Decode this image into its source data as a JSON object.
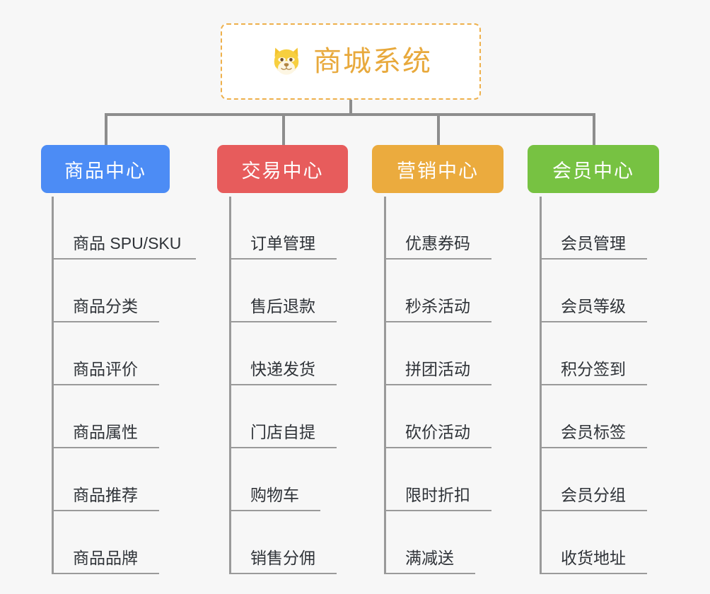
{
  "background_color": "#f7f7f7",
  "root": {
    "title": "商城系统",
    "icon": "dog-face-icon",
    "text_color": "#e8a93c",
    "border_color": "#eeb04b",
    "background": "#ffffff"
  },
  "connector_color": "#8d8d8d",
  "branches": [
    {
      "label": "商品中心",
      "color": "#4c8cf5",
      "items": [
        "商品 SPU/SKU",
        "商品分类",
        "商品评价",
        "商品属性",
        "商品推荐",
        "商品品牌"
      ]
    },
    {
      "label": "交易中心",
      "color": "#e75c5c",
      "items": [
        "订单管理",
        "售后退款",
        "快递发货",
        "门店自提",
        "购物车",
        "销售分佣"
      ]
    },
    {
      "label": "营销中心",
      "color": "#ebab3e",
      "items": [
        "优惠券码",
        "秒杀活动",
        "拼团活动",
        "砍价活动",
        "限时折扣",
        "满减送"
      ]
    },
    {
      "label": "会员中心",
      "color": "#77c242",
      "items": [
        "会员管理",
        "会员等级",
        "积分签到",
        "会员标签",
        "会员分组",
        "收货地址"
      ]
    }
  ]
}
